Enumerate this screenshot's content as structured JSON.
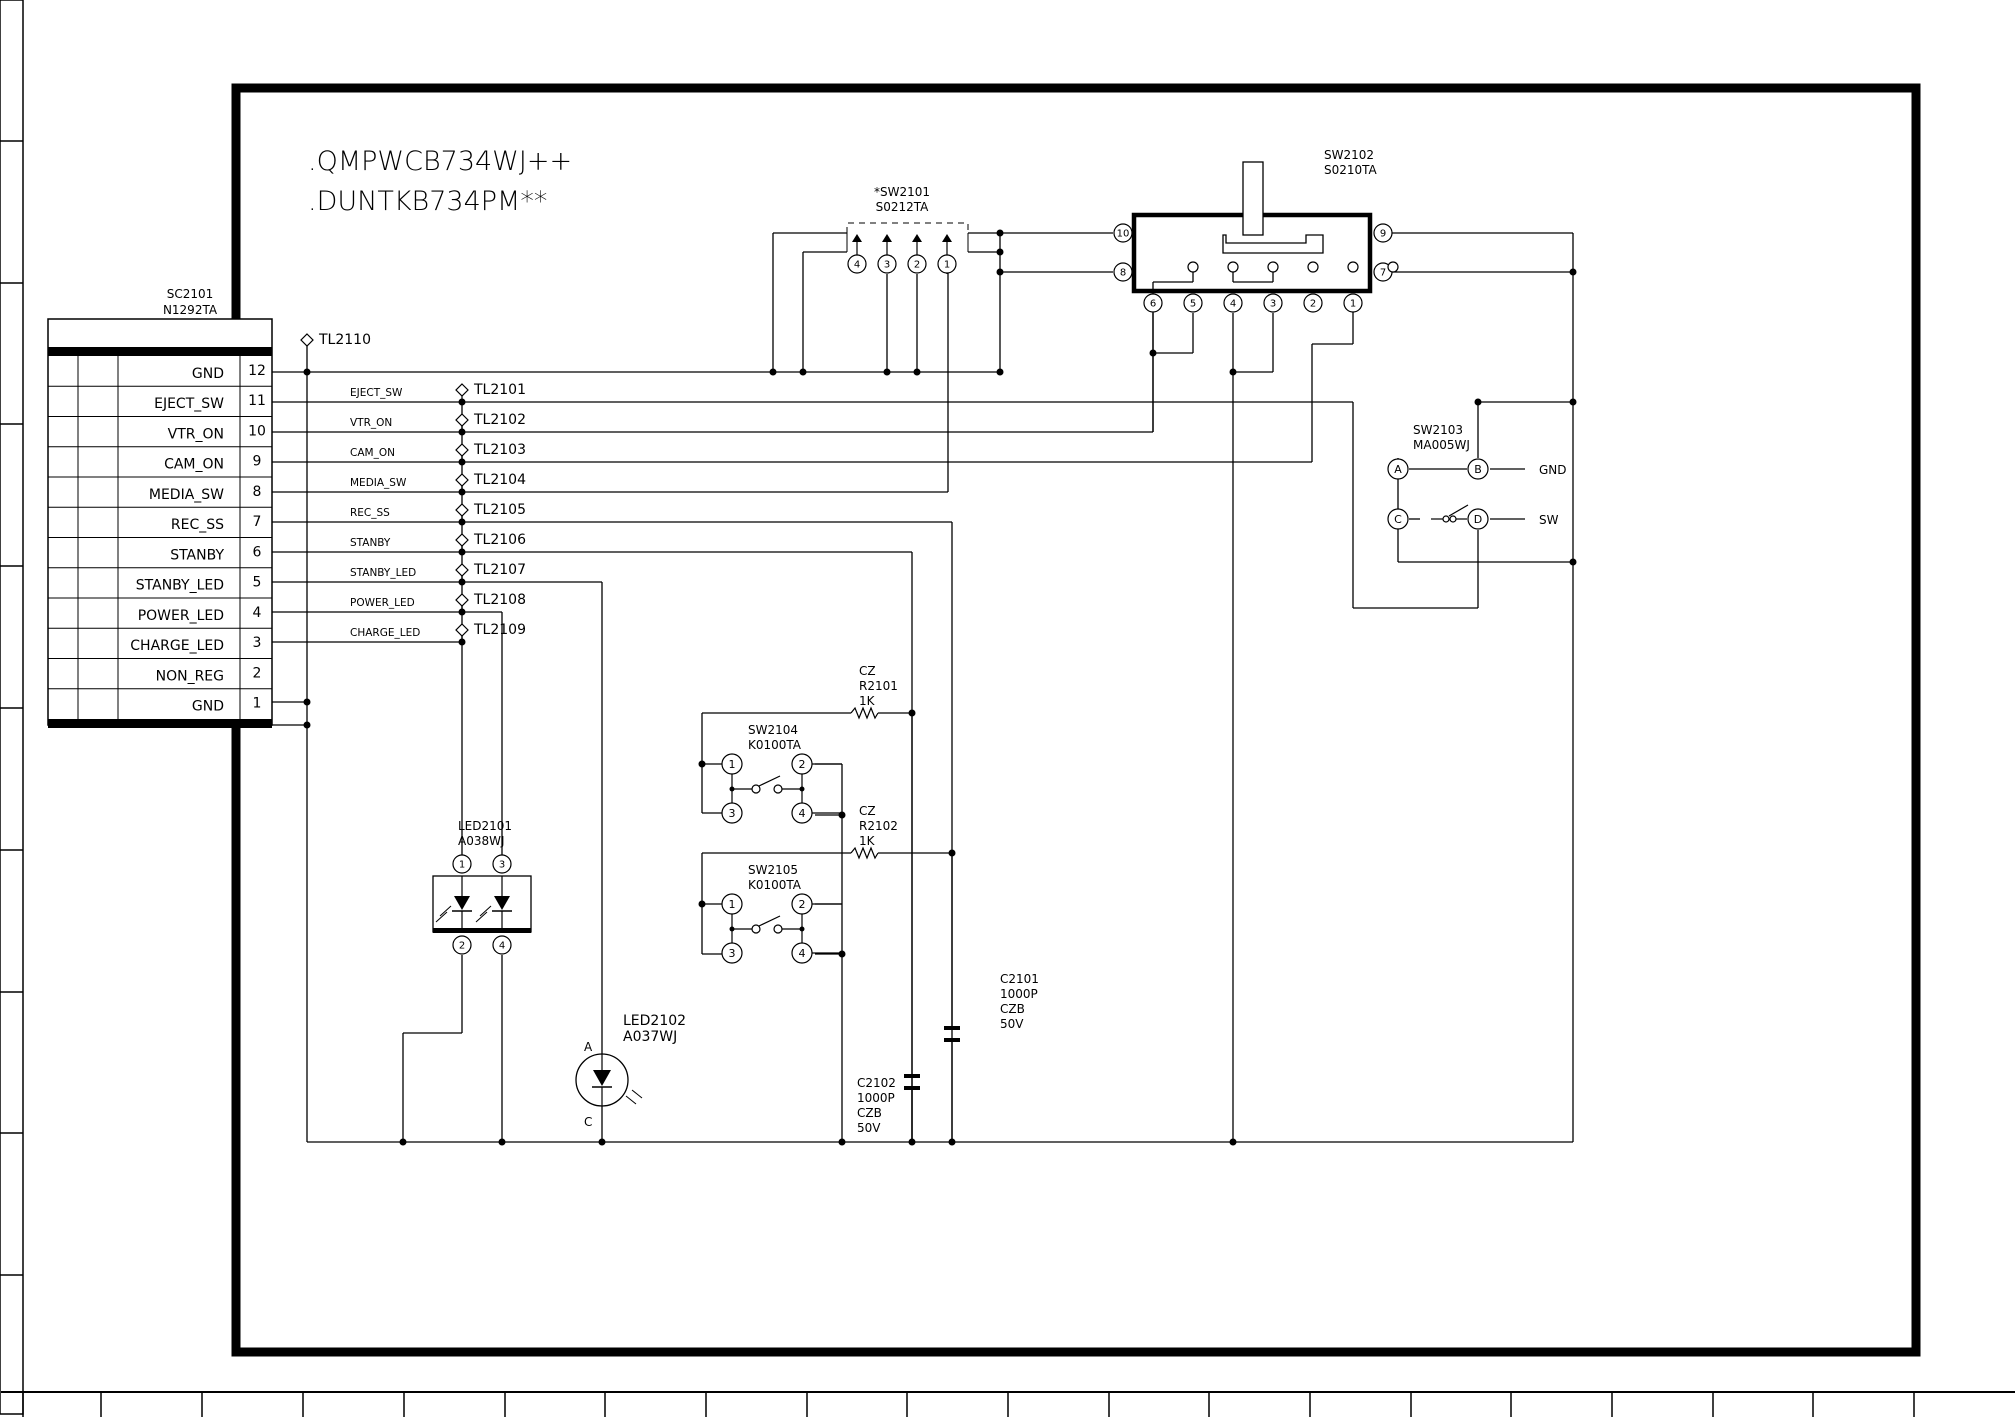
{
  "board": {
    "part_line1": ".QMPWCB734WJ++",
    "part_line2": ".DUNTKB734PM**"
  },
  "connector": {
    "ref": "SC2101",
    "part": "N1292TA",
    "pins": [
      {
        "num": "12",
        "name": "GND"
      },
      {
        "num": "11",
        "name": "EJECT_SW"
      },
      {
        "num": "10",
        "name": "VTR_ON"
      },
      {
        "num": "9",
        "name": "CAM_ON"
      },
      {
        "num": "8",
        "name": "MEDIA_SW"
      },
      {
        "num": "7",
        "name": "REC_SS"
      },
      {
        "num": "6",
        "name": "STANBY"
      },
      {
        "num": "5",
        "name": "STANBY_LED"
      },
      {
        "num": "4",
        "name": "POWER_LED"
      },
      {
        "num": "3",
        "name": "CHARGE_LED"
      },
      {
        "num": "2",
        "name": "NON_REG"
      },
      {
        "num": "1",
        "name": "GND"
      }
    ]
  },
  "test_points": {
    "tl2110": "TL2110",
    "list": [
      {
        "ref": "TL2101",
        "net": "EJECT_SW"
      },
      {
        "ref": "TL2102",
        "net": "VTR_ON"
      },
      {
        "ref": "TL2103",
        "net": "CAM_ON"
      },
      {
        "ref": "TL2104",
        "net": "MEDIA_SW"
      },
      {
        "ref": "TL2105",
        "net": "REC_SS"
      },
      {
        "ref": "TL2106",
        "net": "STANBY"
      },
      {
        "ref": "TL2107",
        "net": "STANBY_LED"
      },
      {
        "ref": "TL2108",
        "net": "POWER_LED"
      },
      {
        "ref": "TL2109",
        "net": "CHARGE_LED"
      }
    ]
  },
  "sw2101": {
    "ref": "*SW2101",
    "part": "S0212TA",
    "pins": [
      "4",
      "3",
      "2",
      "1"
    ]
  },
  "sw2102": {
    "ref": "SW2102",
    "part": "S0210TA",
    "left_pins": [
      "10",
      "8"
    ],
    "right_pins": [
      "9",
      "7"
    ],
    "bottom_pins": [
      "6",
      "5",
      "4",
      "3",
      "2",
      "1"
    ]
  },
  "sw2103": {
    "ref": "SW2103",
    "part": "MA005WJ",
    "pins": [
      "A",
      "B",
      "C",
      "D"
    ],
    "label_gnd": "GND",
    "label_sw": "SW"
  },
  "sw2104": {
    "ref": "SW2104",
    "part": "K0100TA",
    "pins": [
      "1",
      "2",
      "3",
      "4"
    ]
  },
  "sw2105": {
    "ref": "SW2105",
    "part": "K0100TA",
    "pins": [
      "1",
      "2",
      "3",
      "4"
    ]
  },
  "r2101": {
    "type": "CZ",
    "ref": "R2101",
    "value": "1K"
  },
  "r2102": {
    "type": "CZ",
    "ref": "R2102",
    "value": "1K"
  },
  "c2101": {
    "ref": "C2101",
    "value": "1000P",
    "type": "CZB",
    "voltage": "50V"
  },
  "c2102": {
    "ref": "C2102",
    "value": "1000P",
    "type": "CZB",
    "voltage": "50V"
  },
  "led2101": {
    "ref": "LED2101",
    "part": "A038WJ",
    "pins": [
      "1",
      "3",
      "2",
      "4"
    ]
  },
  "led2102": {
    "ref": "LED2102",
    "part": "A037WJ",
    "anode": "A",
    "cathode": "C"
  }
}
